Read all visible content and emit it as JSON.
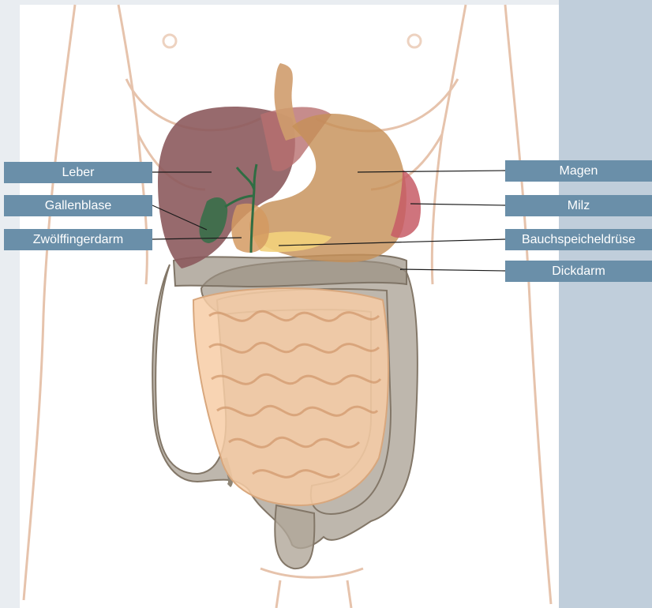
{
  "labels": {
    "leber": "Leber",
    "gallenblase": "Gallenblase",
    "zwoelffingerdarm": "Zwölffingerdarm",
    "magen": "Magen",
    "milz": "Milz",
    "bauchspeicheldruese": "Bauchspeicheldrüse",
    "dickdarm": "Dickdarm"
  },
  "colors": {
    "label_bg": "#6a8fa9",
    "label_text": "#ffffff",
    "sidebar": "#c0cedb",
    "body_outline": "#e6c3ac"
  }
}
